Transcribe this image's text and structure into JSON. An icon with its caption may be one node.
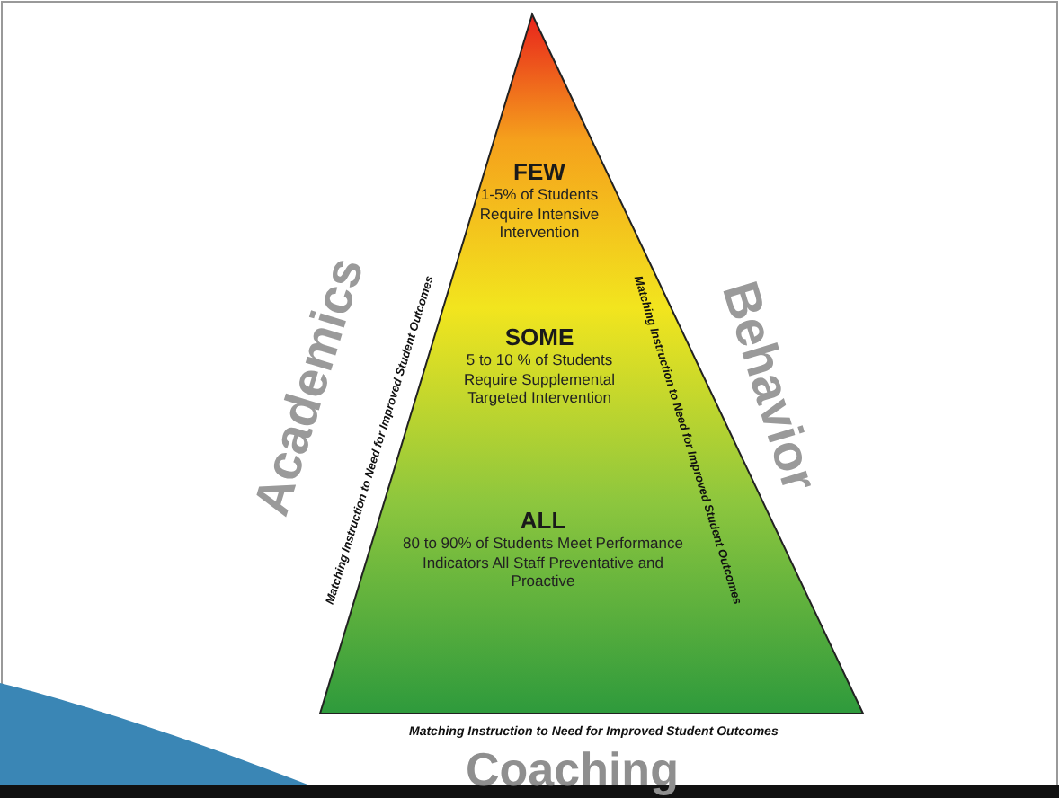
{
  "diagram": {
    "nodes": [
      {
        "text": [
          "FEW",
          "1-5% of Students Require Intensive Intervention"
        ]
      },
      {
        "text": [
          "SOME",
          "5 to 10 % of Students Require Supplemental Targeted Intervention"
        ]
      },
      {
        "text": [
          "ALL",
          "80 to 90% of Students Meet Performance Indicators All Staff Preventative and Proactive"
        ]
      }
    ],
    "labels": [
      "Academics",
      "Matching Instruction to Need for Improved Student Outcomes",
      "Behavior",
      "Matching Instruction to Need for Improved Student Outcomes",
      "Matching Instruction to Need for Improved Student Outcomes",
      "Coaching"
    ]
  }
}
